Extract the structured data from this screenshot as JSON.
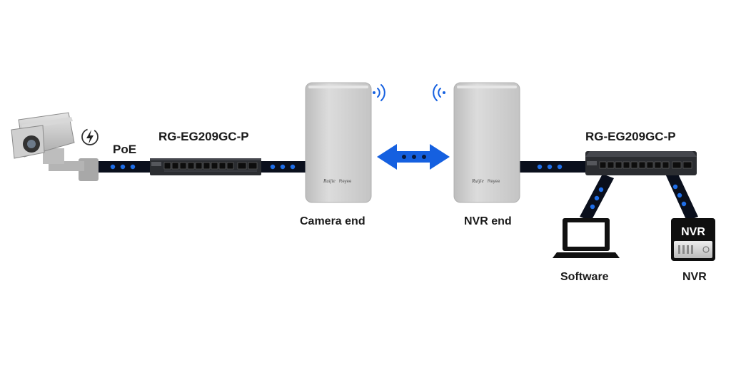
{
  "labels": {
    "poe": "PoE",
    "switch_left": "RG-EG209GC-P",
    "switch_right": "RG-EG209GC-P",
    "camera_end": "Camera end",
    "nvr_end": "NVR end",
    "software": "Software",
    "nvr": "NVR"
  },
  "devices": {
    "cpe_brand": "Ruijie",
    "cpe_subbrand": "Reyee",
    "nvr_badge": "NVR"
  },
  "colors": {
    "link_dark": "#0a0f1c",
    "link_dot": "#1f6ee8",
    "wireless_arrow": "#1560e0",
    "device_gray": "#c9c9c9",
    "switch_body": "#2b2d31"
  },
  "icons": {
    "power": "lightning-bolt-circle-icon",
    "wireless_tx": "wifi-signal-right-icon",
    "wireless_rx": "wifi-signal-left-icon"
  }
}
